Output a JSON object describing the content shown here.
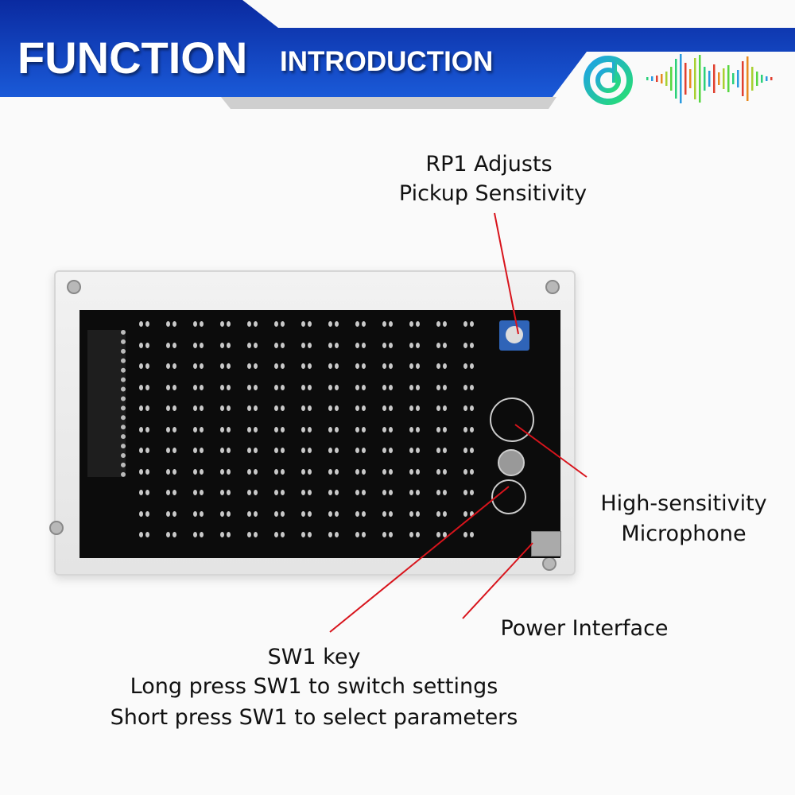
{
  "header": {
    "title_main": "FUNCTION",
    "title_sub": "INTRODUCTION",
    "icons": [
      "music-disc-icon",
      "sound-wave-icon"
    ],
    "colors": {
      "banner": "#1746c8",
      "banner_dark": "#0a2fa8",
      "callout_line": "#d8141c"
    }
  },
  "callouts": {
    "rp1": {
      "line1": "RP1 Adjusts",
      "line2": "Pickup Sensitivity"
    },
    "microphone": {
      "line1": "High-sensitivity",
      "line2": "Microphone"
    },
    "power": {
      "line1": "Power Interface"
    },
    "sw1": {
      "line1": "SW1 key",
      "line2": "Long press SW1 to switch settings",
      "line3": "Short press SW1 to select parameters"
    }
  }
}
